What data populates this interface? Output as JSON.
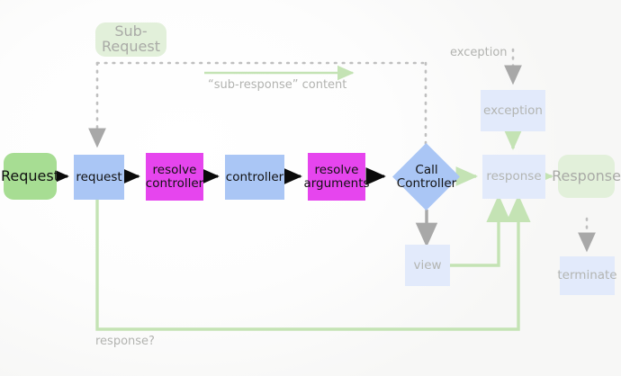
{
  "diagram": {
    "title": "Symfony HTTP Kernel request-response flow",
    "type": "flowchart",
    "colors": {
      "green_active": "#a7dd93",
      "green_faded": "#e2f0da",
      "blue_active": "#aac6f5",
      "blue_faded": "#e2eafb",
      "magenta": "#e645ee",
      "arrow_black": "#0a0a0a",
      "arrow_green": "#c4e3b4",
      "arrow_grey": "#a8a8a8",
      "dotted_grey": "#bfbfbf",
      "faded_text": "#b2b3b0",
      "background": "#f8f8f7"
    },
    "nodes": [
      {
        "id": "request-terminal",
        "label": "Request",
        "shape": "rounded",
        "style": "green-active"
      },
      {
        "id": "sub-request",
        "label": "Sub-Request",
        "shape": "rounded",
        "style": "green-faded"
      },
      {
        "id": "request",
        "label": "request",
        "shape": "rect",
        "style": "blue-active"
      },
      {
        "id": "resolve-controller",
        "label": "resolve\ncontroller",
        "shape": "rect",
        "style": "magenta"
      },
      {
        "id": "controller",
        "label": "controller",
        "shape": "rect",
        "style": "blue-active"
      },
      {
        "id": "resolve-arguments",
        "label": "resolve\narguments",
        "shape": "rect",
        "style": "magenta"
      },
      {
        "id": "call-controller",
        "label": "Call\nController",
        "shape": "diamond",
        "style": "blue-active"
      },
      {
        "id": "view",
        "label": "view",
        "shape": "rect",
        "style": "blue-faded"
      },
      {
        "id": "exception",
        "label": "exception",
        "shape": "rect",
        "style": "blue-faded"
      },
      {
        "id": "response",
        "label": "response",
        "shape": "rect",
        "style": "blue-faded"
      },
      {
        "id": "response-terminal",
        "label": "Response",
        "shape": "rounded",
        "style": "green-faded"
      },
      {
        "id": "terminate",
        "label": "terminate",
        "shape": "rect",
        "style": "blue-faded"
      }
    ],
    "labels": {
      "sub_request": "Sub-Request",
      "sub_response_content": "“sub-response” content",
      "exception_entry": "exception",
      "response_question": "response?",
      "request_terminal": "Request",
      "response_terminal": "Response",
      "request_node": "request",
      "resolve_controller_line1": "resolve",
      "resolve_controller_line2": "controller",
      "controller_node": "controller",
      "resolve_arguments_line1": "resolve",
      "resolve_arguments_line2": "arguments",
      "call_controller_line1": "Call",
      "call_controller_line2": "Controller",
      "view_node": "view",
      "exception_node": "exception",
      "response_node": "response",
      "terminate_node": "terminate"
    },
    "edges": [
      {
        "from": "request-terminal",
        "to": "request",
        "style": "solid-black"
      },
      {
        "from": "request",
        "to": "resolve-controller",
        "style": "solid-black"
      },
      {
        "from": "resolve-controller",
        "to": "controller",
        "style": "solid-black"
      },
      {
        "from": "controller",
        "to": "resolve-arguments",
        "style": "solid-black"
      },
      {
        "from": "resolve-arguments",
        "to": "call-controller",
        "style": "solid-black"
      },
      {
        "from": "call-controller",
        "to": "response",
        "style": "solid-green"
      },
      {
        "from": "call-controller",
        "to": "view",
        "style": "solid-grey"
      },
      {
        "from": "view",
        "to": "response",
        "style": "solid-green"
      },
      {
        "from": "exception",
        "to": "response",
        "style": "solid-green"
      },
      {
        "from": "response",
        "to": "response-terminal",
        "style": "solid-green"
      },
      {
        "from": "request",
        "to": "response",
        "style": "solid-green",
        "label": "response?"
      },
      {
        "from": "sub-request",
        "to": "request",
        "style": "dotted-grey"
      },
      {
        "from": "call-controller",
        "to": "sub-request",
        "style": "dotted-grey",
        "label": "“sub-response” content"
      },
      {
        "from": "exception-source",
        "to": "exception",
        "style": "dotted-grey",
        "label": "exception"
      },
      {
        "from": "response-terminal",
        "to": "terminate",
        "style": "dotted-grey"
      }
    ]
  }
}
